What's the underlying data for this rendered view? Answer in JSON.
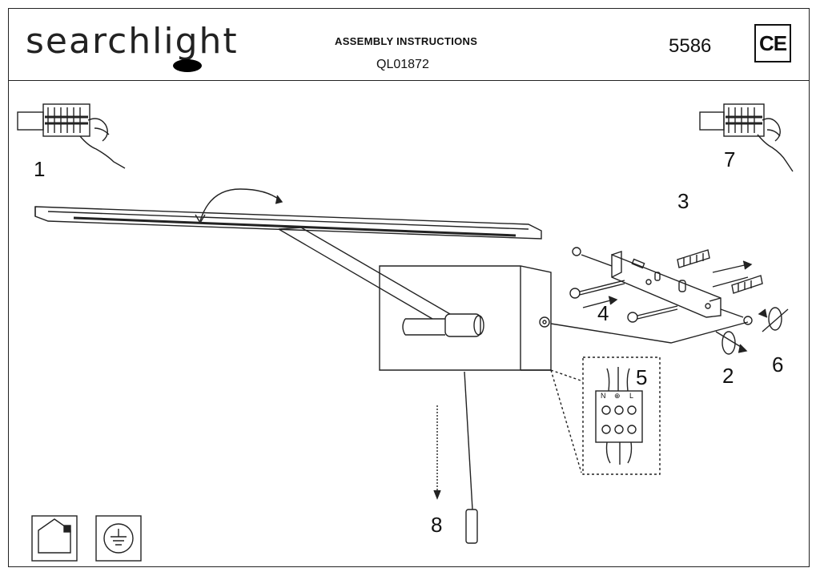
{
  "header": {
    "brand": "searchlight",
    "title": "ASSEMBLY INSTRUCTIONS",
    "code": "QL01872",
    "model": "5586",
    "ce_mark": "CE"
  },
  "steps": [
    "1",
    "2",
    "3",
    "4",
    "5",
    "6",
    "7",
    "8"
  ],
  "terminal_labels": [
    "N",
    "⊕",
    "L"
  ],
  "icons": [
    "wiring-warning-icon",
    "indoor-use-icon",
    "earth-ground-icon",
    "ce-mark-icon"
  ]
}
